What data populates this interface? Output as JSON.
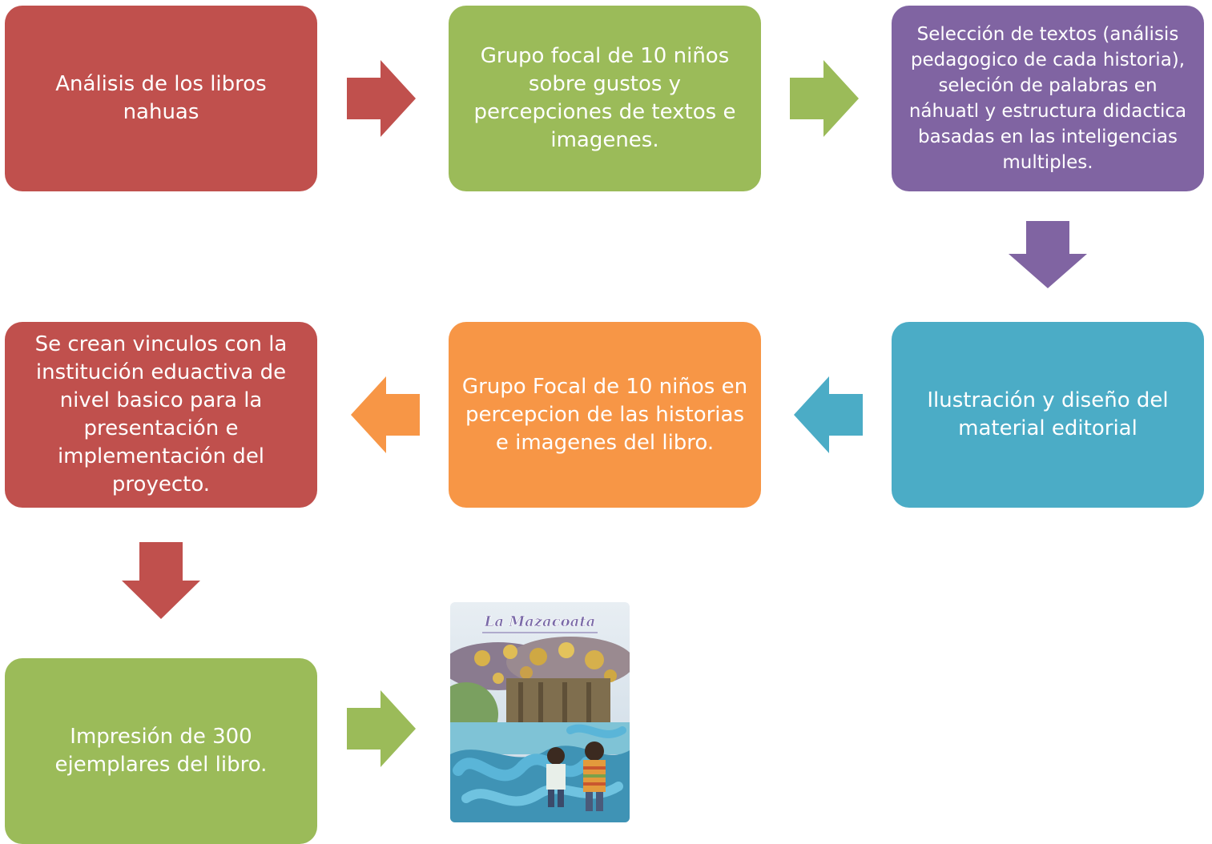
{
  "colors": {
    "red": "#C0504D",
    "green": "#9BBB59",
    "purple": "#8064A2",
    "teal": "#4BACC6",
    "orange": "#F79646"
  },
  "steps": [
    {
      "text": "Análisis de los libros\nnahuas",
      "color": "red"
    },
    {
      "text": "Grupo focal  de 10 niños\nsobre gustos y\npercepciones de textos e\nimagenes.",
      "color": "green"
    },
    {
      "text": "Selección de textos (análisis\npedagogico de cada historia),\nseleción de palabras en\nnáhuatl y  estructura didactica\nbasadas en las inteligencias\nmultiples.",
      "color": "purple"
    },
    {
      "text": "Ilustración y diseño del\nmaterial editorial",
      "color": "teal"
    },
    {
      "text": "Grupo Focal de 10 niños en\npercepcion de las historias\ne imagenes del libro.",
      "color": "orange"
    },
    {
      "text": "Se crean vinculos con la\ninstitución eduactiva de\nnivel basico para la\npresentación e\nimplementación del\nproyecto.",
      "color": "red"
    },
    {
      "text": "Impresión  de 300\nejemplares del libro.",
      "color": "green"
    }
  ],
  "book_cover": {
    "title": "La Mazacoata"
  }
}
